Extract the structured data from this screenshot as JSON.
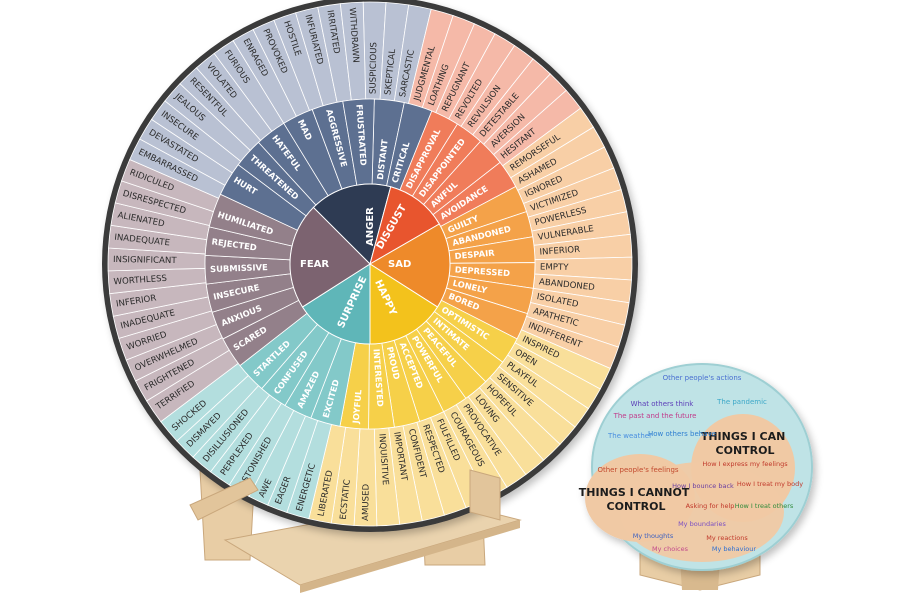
{
  "wheel": {
    "core": [
      {
        "label": "ANGER",
        "color": "#2f3b52",
        "mid": 0
      },
      {
        "label": "DISGUST",
        "color": "#e8552f",
        "mid": 30
      },
      {
        "label": "SAD",
        "color": "#ee8a2a",
        "mid": 90
      },
      {
        "label": "HAPPY",
        "color": "#f3c21d",
        "mid": 155
      },
      {
        "label": "SURPRISE",
        "color": "#5fb6b8",
        "mid": 205
      },
      {
        "label": "FEAR",
        "color": "#7b6470",
        "mid": 270
      }
    ],
    "middle": [
      {
        "label": "FRUSTRATED",
        "color": "#5d6f91",
        "mid": -4
      },
      {
        "label": "AGGRESSIVE",
        "color": "#5d6f91",
        "mid": -15
      },
      {
        "label": "MAD",
        "color": "#5d6f91",
        "mid": -26
      },
      {
        "label": "HATEFUL",
        "color": "#5d6f91",
        "mid": -37
      },
      {
        "label": "THREATENED",
        "color": "#5d6f91",
        "mid": -48
      },
      {
        "label": "HURT",
        "color": "#5d6f91",
        "mid": -58
      },
      {
        "label": "DISTANT",
        "color": "#5d6f91",
        "mid": 7
      },
      {
        "label": "CRITICAL",
        "color": "#5d6f91",
        "mid": 17
      },
      {
        "label": "DISAPPROVAL",
        "color": "#f07c5a",
        "mid": 27
      },
      {
        "label": "DISAPPOINTED",
        "color": "#f07c5a",
        "mid": 37
      },
      {
        "label": "AWFUL",
        "color": "#f07c5a",
        "mid": 47
      },
      {
        "label": "AVOIDANCE",
        "color": "#f07c5a",
        "mid": 57
      },
      {
        "label": "GUILTY",
        "color": "#f4a24a",
        "mid": 67
      },
      {
        "label": "ABANDONED",
        "color": "#f4a24a",
        "mid": 76
      },
      {
        "label": "DESPAIR",
        "color": "#f4a24a",
        "mid": 85
      },
      {
        "label": "DEPRESSED",
        "color": "#f4a24a",
        "mid": 94
      },
      {
        "label": "LONELY",
        "color": "#f4a24a",
        "mid": 103
      },
      {
        "label": "BORED",
        "color": "#f4a24a",
        "mid": 112
      },
      {
        "label": "OPTIMISTIC",
        "color": "#f6d04a",
        "mid": 122
      },
      {
        "label": "INTIMATE",
        "color": "#f6d04a",
        "mid": 131
      },
      {
        "label": "PEACEFUL",
        "color": "#f6d04a",
        "mid": 140
      },
      {
        "label": "POWERFUL",
        "color": "#f6d04a",
        "mid": 149
      },
      {
        "label": "ACCEPTED",
        "color": "#f6d04a",
        "mid": 158
      },
      {
        "label": "PROUD",
        "color": "#f6d04a",
        "mid": 167
      },
      {
        "label": "INTERESTED",
        "color": "#f6d04a",
        "mid": 176
      },
      {
        "label": "JOYFUL",
        "color": "#f6d04a",
        "mid": 185
      },
      {
        "label": "EXCITED",
        "color": "#83c9c9",
        "mid": 196
      },
      {
        "label": "AMAZED",
        "color": "#83c9c9",
        "mid": 206
      },
      {
        "label": "CONFUSED",
        "color": "#83c9c9",
        "mid": 216
      },
      {
        "label": "STARTLED",
        "color": "#83c9c9",
        "mid": 226
      },
      {
        "label": "SCARED",
        "color": "#93808a",
        "mid": 238
      },
      {
        "label": "ANXIOUS",
        "color": "#93808a",
        "mid": 248
      },
      {
        "label": "INSECURE",
        "color": "#93808a",
        "mid": 258
      },
      {
        "label": "SUBMISSIVE",
        "color": "#93808a",
        "mid": 268
      },
      {
        "label": "REJECTED",
        "color": "#93808a",
        "mid": 278
      },
      {
        "label": "HUMILIATED",
        "color": "#93808a",
        "mid": 288
      }
    ],
    "outer": [
      {
        "label": "AWE",
        "color": "#b3dede",
        "mid": 205
      },
      {
        "label": "ASTONISHED",
        "color": "#b3dede",
        "mid": 210
      },
      {
        "label": "PERPLEXED",
        "color": "#b3dede",
        "mid": 215
      },
      {
        "label": "DISILLUSIONED",
        "color": "#b3dede",
        "mid": 220
      },
      {
        "label": "DISMAYED",
        "color": "#b3dede",
        "mid": 225
      },
      {
        "label": "SHOCKED",
        "color": "#b3dede",
        "mid": 230
      },
      {
        "label": "TERRIFIED",
        "color": "#c7b7bd",
        "mid": 236
      },
      {
        "label": "FRIGHTENED",
        "color": "#c7b7bd",
        "mid": 241
      },
      {
        "label": "OVERWHELMED",
        "color": "#c7b7bd",
        "mid": 246
      },
      {
        "label": "WORRIED",
        "color": "#c7b7bd",
        "mid": 251
      },
      {
        "label": "INADEQUATE",
        "color": "#c7b7bd",
        "mid": 256
      },
      {
        "label": "INFERIOR",
        "color": "#c7b7bd",
        "mid": 261
      },
      {
        "label": "WORTHLESS",
        "color": "#c7b7bd",
        "mid": 266
      },
      {
        "label": "INSIGNIFICANT",
        "color": "#c7b7bd",
        "mid": 271
      },
      {
        "label": "INADEQUATE",
        "color": "#c7b7bd",
        "mid": 276
      },
      {
        "label": "ALIENATED",
        "color": "#c7b7bd",
        "mid": 281
      },
      {
        "label": "DISRESPECTED",
        "color": "#c7b7bd",
        "mid": 286
      },
      {
        "label": "RIDICULED",
        "color": "#c7b7bd",
        "mid": 291
      },
      {
        "label": "EMBARRASSED",
        "color": "#b9c1d3",
        "mid": 296
      },
      {
        "label": "DEVASTATED",
        "color": "#b9c1d3",
        "mid": 301
      },
      {
        "label": "INSECURE",
        "color": "#b9c1d3",
        "mid": 306
      },
      {
        "label": "JEALOUS",
        "color": "#b9c1d3",
        "mid": 311
      },
      {
        "label": "RESENTFUL",
        "color": "#b9c1d3",
        "mid": 316
      },
      {
        "label": "VIOLATED",
        "color": "#b9c1d3",
        "mid": 321
      },
      {
        "label": "FURIOUS",
        "color": "#b9c1d3",
        "mid": 326
      },
      {
        "label": "ENRAGED",
        "color": "#b9c1d3",
        "mid": 331
      },
      {
        "label": "PROVOKED",
        "color": "#b9c1d3",
        "mid": 336
      },
      {
        "label": "HOSTILE",
        "color": "#b9c1d3",
        "mid": 341
      },
      {
        "label": "INFURIATED",
        "color": "#b9c1d3",
        "mid": 346
      },
      {
        "label": "IRRITATED",
        "color": "#b9c1d3",
        "mid": 351
      },
      {
        "label": "WITHDRAWN",
        "color": "#b9c1d3",
        "mid": 356
      },
      {
        "label": "SUSPICIOUS",
        "color": "#b9c1d3",
        "mid": 1
      },
      {
        "label": "SKEPTICAL",
        "color": "#b9c1d3",
        "mid": 6
      },
      {
        "label": "SARCASTIC",
        "color": "#b9c1d3",
        "mid": 11
      },
      {
        "label": "JUDGMENTAL",
        "color": "#f5b9a8",
        "mid": 16
      },
      {
        "label": "LOATHING",
        "color": "#f5b9a8",
        "mid": 21
      },
      {
        "label": "REPUGNANT",
        "color": "#f5b9a8",
        "mid": 26
      },
      {
        "label": "REVOLTED",
        "color": "#f5b9a8",
        "mid": 31
      },
      {
        "label": "REVULSION",
        "color": "#f5b9a8",
        "mid": 36
      },
      {
        "label": "DETESTABLE",
        "color": "#f5b9a8",
        "mid": 41
      },
      {
        "label": "AVERSION",
        "color": "#f5b9a8",
        "mid": 46
      },
      {
        "label": "HESITANT",
        "color": "#f5b9a8",
        "mid": 51
      },
      {
        "label": "REMORSEFUL",
        "color": "#f8cfa6",
        "mid": 56
      },
      {
        "label": "ASHAMED",
        "color": "#f8cfa6",
        "mid": 61
      },
      {
        "label": "IGNORED",
        "color": "#f8cfa6",
        "mid": 66
      },
      {
        "label": "VICTIMIZED",
        "color": "#f8cfa6",
        "mid": 71
      },
      {
        "label": "POWERLESS",
        "color": "#f8cfa6",
        "mid": 76
      },
      {
        "label": "VULNERABLE",
        "color": "#f8cfa6",
        "mid": 81
      },
      {
        "label": "INFERIOR",
        "color": "#f8cfa6",
        "mid": 86
      },
      {
        "label": "EMPTY",
        "color": "#f8cfa6",
        "mid": 91
      },
      {
        "label": "ABANDONED",
        "color": "#f8cfa6",
        "mid": 96
      },
      {
        "label": "ISOLATED",
        "color": "#f8cfa6",
        "mid": 101
      },
      {
        "label": "APATHETIC",
        "color": "#f8cfa6",
        "mid": 106
      },
      {
        "label": "INDIFFERENT",
        "color": "#f8cfa6",
        "mid": 111
      },
      {
        "label": "INSPIRED",
        "color": "#f9df9a",
        "mid": 116
      },
      {
        "label": "OPEN",
        "color": "#f9df9a",
        "mid": 121
      },
      {
        "label": "PLAYFUL",
        "color": "#f9df9a",
        "mid": 126
      },
      {
        "label": "SENSITIVE",
        "color": "#f9df9a",
        "mid": 131
      },
      {
        "label": "HOPEFUL",
        "color": "#f9df9a",
        "mid": 136
      },
      {
        "label": "LOVING",
        "color": "#f9df9a",
        "mid": 141
      },
      {
        "label": "PROVOCATIVE",
        "color": "#f9df9a",
        "mid": 146
      },
      {
        "label": "COURAGEOUS",
        "color": "#f9df9a",
        "mid": 151
      },
      {
        "label": "FULFILLED",
        "color": "#f9df9a",
        "mid": 156
      },
      {
        "label": "RESPECTED",
        "color": "#f9df9a",
        "mid": 161
      },
      {
        "label": "CONFIDENT",
        "color": "#f9df9a",
        "mid": 166
      },
      {
        "label": "IMPORTANT",
        "color": "#f9df9a",
        "mid": 171
      },
      {
        "label": "INQUISITIVE",
        "color": "#f9df9a",
        "mid": 176
      },
      {
        "label": "AMUSED",
        "color": "#f9df9a",
        "mid": 181
      },
      {
        "label": "ECSTATIC",
        "color": "#f9df9a",
        "mid": 186
      },
      {
        "label": "LIBERATED",
        "color": "#f9df9a",
        "mid": 191
      },
      {
        "label": "ENERGETIC",
        "color": "#b3dede",
        "mid": 196
      },
      {
        "label": "EAGER",
        "color": "#b3dede",
        "mid": 201
      }
    ]
  },
  "control_board": {
    "cannot_title": "THINGS I CANNOT CONTROL",
    "can_title": "THINGS I CAN CONTROL",
    "outside_items": [
      {
        "text": "Other people's actions",
        "color": "#4a6fd1"
      },
      {
        "text": "What others think",
        "color": "#5b3db8"
      },
      {
        "text": "The pandemic",
        "color": "#3da8c8"
      },
      {
        "text": "The past and the future",
        "color": "#c13a8b"
      },
      {
        "text": "The weather",
        "color": "#4a8fe0"
      },
      {
        "text": "How others behave",
        "color": "#2f7fd1"
      },
      {
        "text": "Other people's feelings",
        "color": "#c24a2e"
      }
    ],
    "can_items": [
      {
        "text": "How I express my feelings",
        "color": "#c0392b"
      },
      {
        "text": "How I bounce back",
        "color": "#6b3fa0"
      },
      {
        "text": "How I treat my body",
        "color": "#c0392b"
      },
      {
        "text": "How I treat others",
        "color": "#2f8a3a"
      },
      {
        "text": "Asking for help",
        "color": "#c0392b"
      },
      {
        "text": "My boundaries",
        "color": "#7a4fc2"
      },
      {
        "text": "My thoughts",
        "color": "#3a5fc0"
      },
      {
        "text": "My reactions",
        "color": "#c0392b"
      },
      {
        "text": "My choices",
        "color": "#c24a8b"
      },
      {
        "text": "My behaviour",
        "color": "#2f6fd1"
      }
    ]
  }
}
